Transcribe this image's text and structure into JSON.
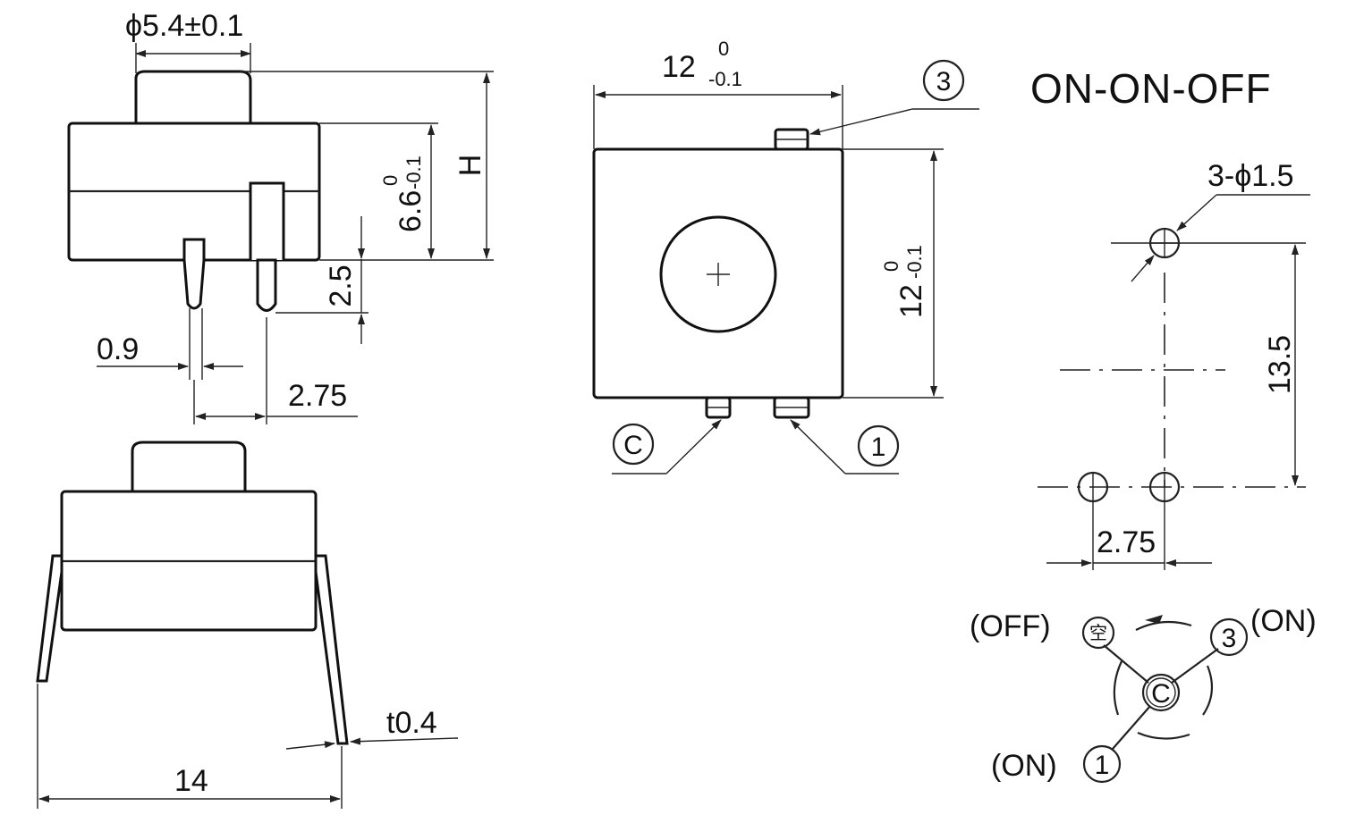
{
  "side_view": {
    "dim_actuator_diameter": "ϕ5.4±0.1",
    "dim_height_symbol": "H",
    "dim_body_height": "6.6",
    "dim_body_height_tol_upper": "0",
    "dim_body_height_tol_lower": "-0.1",
    "dim_pin_length": "2.5",
    "dim_pin_width": "0.9",
    "dim_pin_pitch": "2.75"
  },
  "front_view": {
    "dim_width": "14",
    "dim_thickness": "t0.4"
  },
  "top_view": {
    "dim_width": "12",
    "dim_width_tol_upper": "0",
    "dim_width_tol_lower": "-0.1",
    "dim_height": "12",
    "dim_height_tol_upper": "0",
    "dim_height_tol_lower": "-0.1",
    "pin_c_label": "C",
    "pin_1_label": "1",
    "pin_3_label": "3"
  },
  "pcb_layout": {
    "title": "ON-ON-OFF",
    "hole_spec": "3-ϕ1.5",
    "dim_vertical": "13.5",
    "dim_horizontal": "2.75"
  },
  "switch_diagram": {
    "off_label": "(OFF)",
    "on_right_label": "(ON)",
    "on_bottom_label": "(ON)",
    "empty_terminal_label": "空",
    "terminal_c_label": "C",
    "terminal_1_label": "1",
    "terminal_3_label": "3"
  }
}
